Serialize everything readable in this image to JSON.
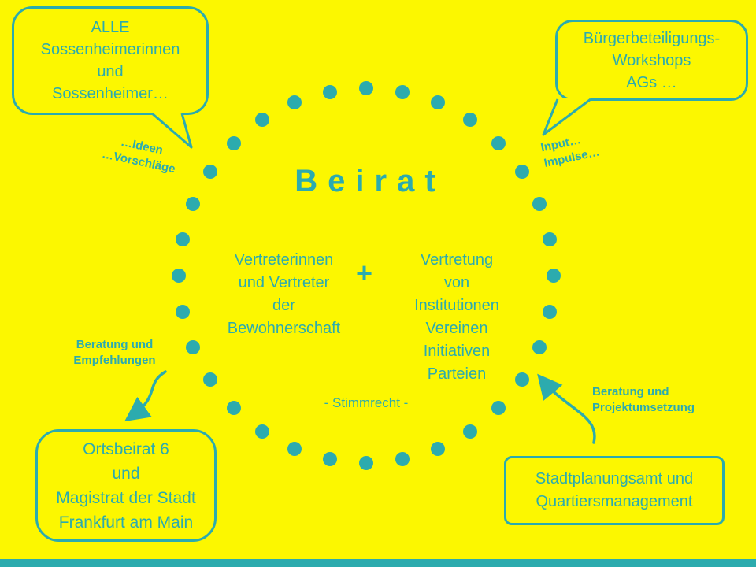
{
  "colors": {
    "accent": "#2CABAE",
    "background": "#FCF700"
  },
  "title": "Beirat",
  "circle": {
    "left_group": {
      "lines": [
        "Vertreterinnen",
        "und Vertreter",
        "der",
        "Bewohnerschaft"
      ]
    },
    "plus": "+",
    "right_group": {
      "lines": [
        "Vertretung",
        "von",
        "Institutionen",
        "Vereinen",
        "Initiativen",
        "Parteien"
      ]
    },
    "voting_note": "- Stimmrecht -"
  },
  "bubbles": {
    "top_left": {
      "lines": [
        "ALLE",
        "Sossenheimerinnen",
        "und",
        "Sossenheimer…"
      ]
    },
    "top_right": {
      "lines": [
        "Bürgerbeteiligungs-",
        "Workshops",
        "AGs …"
      ]
    }
  },
  "boxes": {
    "bottom_left": {
      "lines": [
        "Ortsbeirat 6",
        "und",
        "Magistrat der Stadt",
        "Frankfurt am Main"
      ]
    },
    "bottom_right": {
      "lines": [
        "Stadtplanungsamt und",
        "Quartiersmanagement"
      ]
    }
  },
  "annotations": {
    "ideas": {
      "lines": [
        "…Ideen",
        "…Vorschläge"
      ]
    },
    "input": {
      "lines": [
        "Input…",
        "Impulse…"
      ]
    },
    "advice_left": {
      "lines": [
        "Beratung und",
        "Empfehlungen"
      ]
    },
    "advice_right": {
      "lines": [
        "Beratung und",
        "Projektumsetzung"
      ]
    }
  }
}
